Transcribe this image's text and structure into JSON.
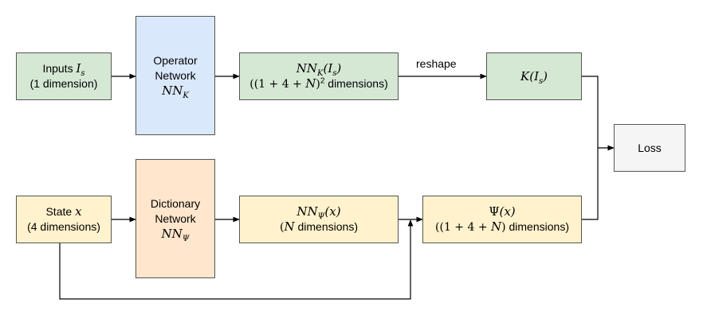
{
  "nodes": {
    "inputs": {
      "label": "Inputs",
      "math": "I",
      "sub": "s",
      "detail": "(1 dimension)"
    },
    "operator": {
      "line1": "Operator",
      "line2": "Network",
      "math": "NN",
      "sub": "K"
    },
    "nnk_out": {
      "math": "NN",
      "sub": "K",
      "arg": "(I",
      "arg_sub": "s",
      "arg_close": ")",
      "detail_prefix": "((1 + 4 + ",
      "detail_var": "N",
      "detail_mid": ")",
      "detail_sup": "2",
      "detail_suffix": " dimensions)"
    },
    "k_is": {
      "math": "K",
      "arg": "(I",
      "arg_sub": "s",
      "arg_close": ")"
    },
    "loss": {
      "label": "Loss"
    },
    "state": {
      "label": "State",
      "math": "x",
      "detail": "(4 dimensions)"
    },
    "dictionary": {
      "line1": "Dictionary",
      "line2": "Network",
      "math": "NN",
      "sub": "Ψ"
    },
    "nnpsi_out": {
      "math": "NN",
      "sub": "Ψ",
      "arg": "(x)",
      "detail_prefix": "(",
      "detail_var": "N",
      "detail_suffix": " dimensions)"
    },
    "psi_x": {
      "math": "Ψ",
      "arg": "(x)",
      "detail_prefix": "((1 + 4 + ",
      "detail_var": "N",
      "detail_mid": ")",
      "detail_suffix": " dimensions)"
    }
  },
  "edges": {
    "reshape_label": "reshape"
  },
  "colors": {
    "green": "#d5e8d4",
    "blue": "#dae8fc",
    "yellow": "#fff2cc",
    "orange": "#ffe6cc",
    "gray": "#f5f5f5"
  }
}
